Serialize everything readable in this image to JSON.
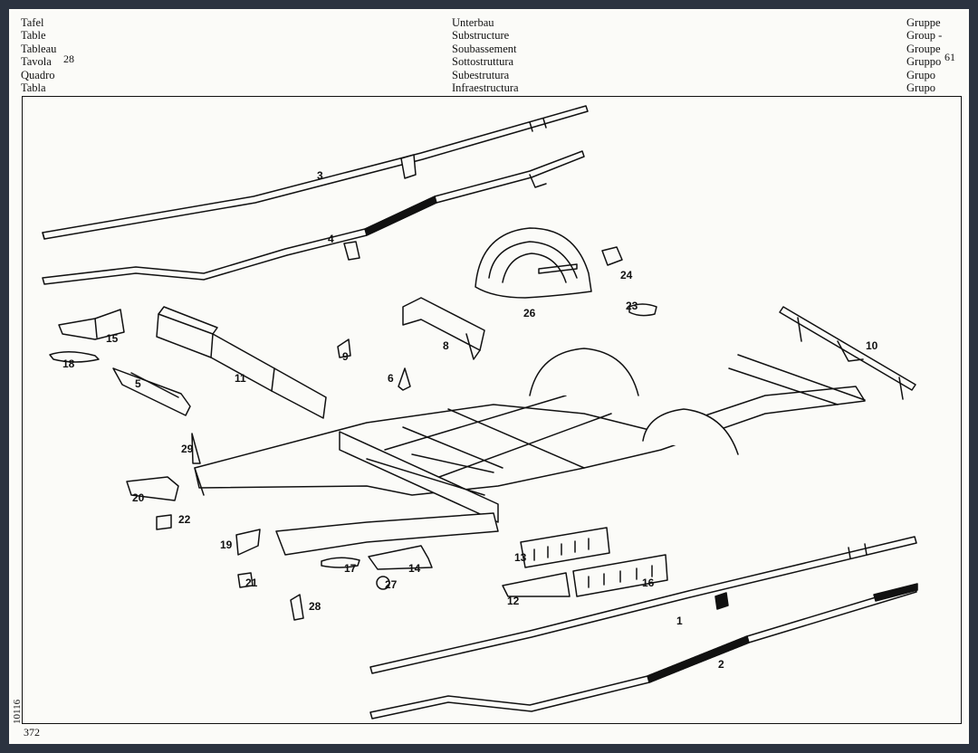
{
  "header": {
    "left_labels": [
      "Tafel",
      "Table",
      "Tableau",
      "Tavola",
      "Quadro",
      "Tabla"
    ],
    "table_number": "28",
    "center_labels": [
      "Unterbau",
      "Substructure",
      "Soubassement",
      "Sottostruttura",
      "Subestrutura",
      "Infraestructura"
    ],
    "right_labels": [
      "Gruppe",
      "Group -",
      "Groupe",
      "Gruppo",
      "Grupo",
      "Grupo"
    ],
    "group_number": "61"
  },
  "diagram": {
    "callouts": [
      "1",
      "2",
      "3",
      "4",
      "5",
      "6",
      "8",
      "9",
      "10",
      "11",
      "12",
      "13",
      "14",
      "15",
      "16",
      "17",
      "18",
      "19",
      "20",
      "21",
      "22",
      "23",
      "24",
      "26",
      "27",
      "28",
      "29"
    ]
  },
  "footer": {
    "doc_number": "10116",
    "page_number": "372"
  }
}
